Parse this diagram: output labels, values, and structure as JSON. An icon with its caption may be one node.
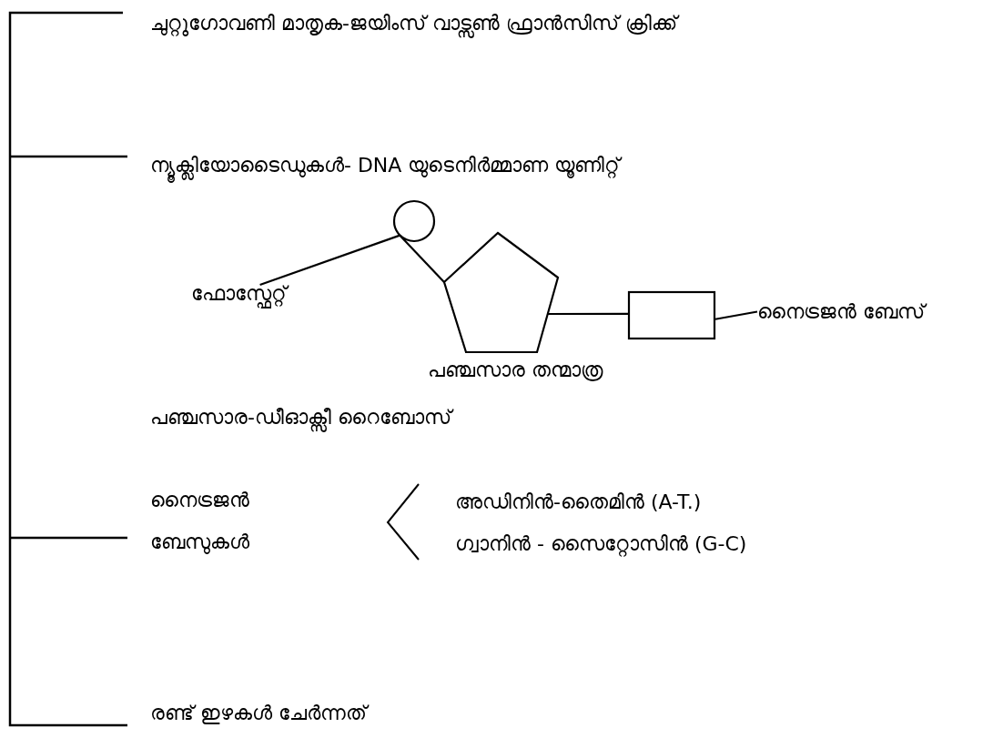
{
  "diagram": {
    "nodes": [
      {
        "text": [],
        "shape": "circle"
      },
      {
        "text": [],
        "shape": "pentagon",
        "beside": [
          "പഞ്ചസാര തന്മാത്ര"
        ]
      },
      {
        "text": [],
        "shape": "box"
      },
      {
        "text": [
          "ഫോസ്ഫേറ്റ്"
        ]
      },
      {
        "text": [
          "നൈട്രജൻ ബേസ്"
        ]
      }
    ],
    "edges": [
      {
        "from": 0,
        "to": 1,
        "arrow": "none"
      },
      {
        "from": 1,
        "to": 2,
        "arrow": "none"
      },
      {
        "from": 3,
        "to": 0,
        "arrow": "none"
      },
      {
        "from": 4,
        "to": 2,
        "arrow": "none"
      }
    ],
    "labels": [
      "ചുറ്റുഗോവണി മാതൃക-ജയിംസ് വാട്സൺ ഫ്രാൻസിസ് ക്രിക്ക്",
      "ന്യൂക്ലിയോടൈഡുകൾ- DNA യുടെനിർമ്മാണ യൂണിറ്റ്",
      "പഞ്ചസാര-ഡീഓക്സീ റൈബോസ്",
      "നൈട്രജൻ ബേസുകൾ",
      "അഡിനിൻ-തൈമിൻ (A-T.)",
      "ഗ്വാനിൻ - സൈറ്റോസിൻ (G-C)",
      "രണ്ട് ഇഴകൾ ചേർന്നത്"
    ]
  }
}
